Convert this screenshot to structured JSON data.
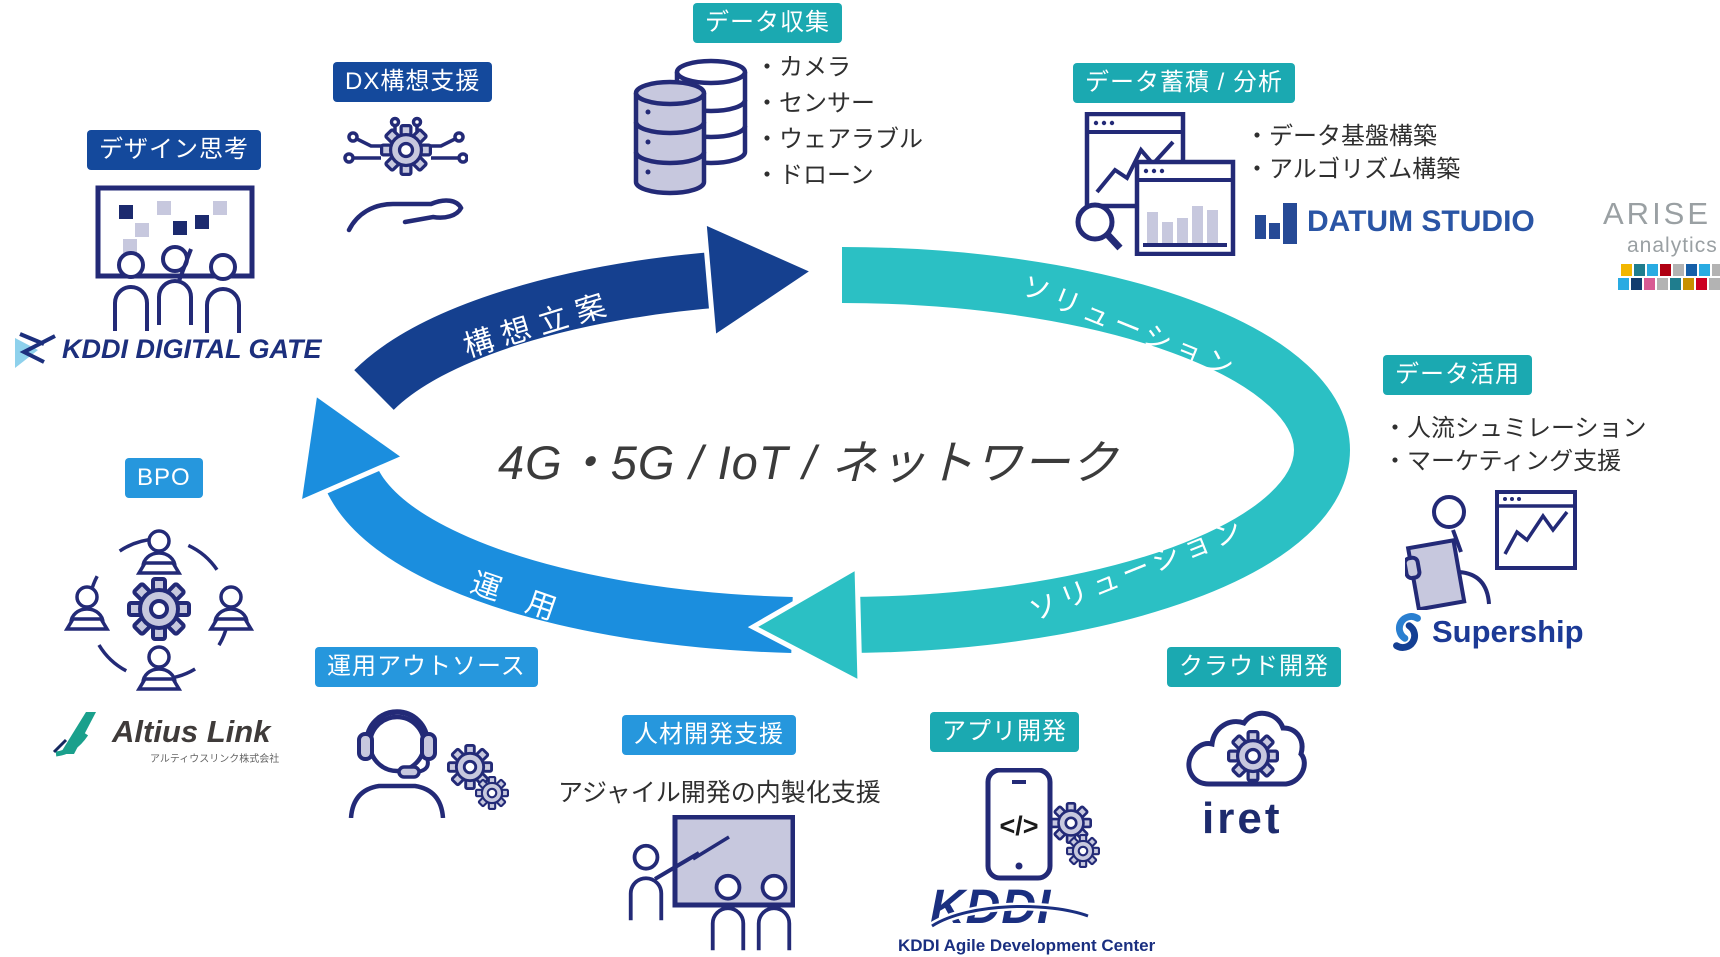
{
  "center": {
    "label": "4G・5G / IoT / ネットワーク",
    "text_color": "#3b3b3b"
  },
  "cycle": {
    "plan_label": "構想立案",
    "solution_label_top": "ソリューション",
    "solution_label_bottom": "ソリューション",
    "operation_label": "運 用",
    "plan_color": "#15408f",
    "solution_color": "#2bc0c4",
    "operation_color": "#1b8ede"
  },
  "badge_colors": {
    "navy": "#14499c",
    "teal": "#1ba9b1",
    "blue": "#2697dd"
  },
  "badges": {
    "design_thinking": "デザイン思考",
    "dx_support": "DX構想支援",
    "data_collection": "データ収集",
    "data_analysis": "データ蓄積 / 分析",
    "data_utilization": "データ活用",
    "cloud_dev": "クラウド開発",
    "app_dev": "アプリ開発",
    "hr_dev": "人材開発支援",
    "ops_outsource": "運用アウトソース",
    "bpo": "BPO"
  },
  "bullets": {
    "data_collection": [
      "・カメラ",
      "・センサー",
      "・ウェアラブル",
      "・ドローン"
    ],
    "data_analysis": [
      "・データ基盤構築",
      "・アルゴリズム構築"
    ],
    "data_utilization": [
      "・人流シュミレーション",
      "・マーケティング支援"
    ]
  },
  "notes": {
    "hr_dev": "アジャイル開発の内製化支援"
  },
  "logos": {
    "kddi_digital_gate": "KDDI DIGITAL GATE",
    "datum_studio": "DATUM STUDIO",
    "arise": "ARISE",
    "arise_sub": "analytics",
    "arise_mosaic_row1": [
      "#f2b600",
      "#1f7d8e",
      "#29abe2",
      "#b00012",
      "#b3b3b3",
      "#155fa8",
      "#29abe2",
      "#b3b3b3"
    ],
    "arise_mosaic_row2": [
      "#29abe2",
      "#123c6e",
      "#d85a93",
      "#b3b3b3",
      "#1f7d8e",
      "#c79100",
      "#cc0022",
      "#b3b3b3"
    ],
    "supership": "Supership",
    "iret": "iret",
    "kddi": "KDDI",
    "kddi_sub": "KDDI Agile Development Center",
    "altius_link": "Altius Link",
    "altius_link_sub": "アルティウスリンク株式会社"
  },
  "icons": {
    "design_thinking": "whiteboard-sticky-notes-people-icon",
    "dx_support": "gear-circuit-on-hand-icon",
    "data_collection": "database-cylinders-icon",
    "data_analysis": "chart-windows-magnifier-icon",
    "data_utilization": "person-clipboard-chart-icon",
    "cloud_dev": "cloud-gear-icon",
    "app_dev": "phone-code-gears-icon",
    "hr_dev": "trainer-whiteboard-people-icon",
    "ops_outsource": "headset-operator-gears-icon",
    "bpo": "people-around-gear-icon"
  }
}
